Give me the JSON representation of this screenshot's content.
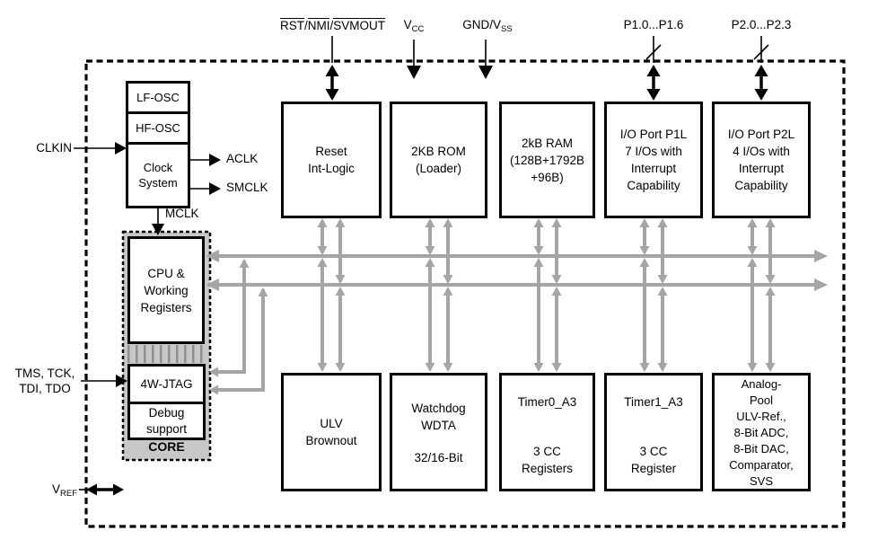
{
  "pins": {
    "rst": {
      "p1": "RST",
      "s1": "/",
      "p2": "NMI",
      "s2": "/",
      "p3": "SVMOUT"
    },
    "vcc": {
      "base": "V",
      "sub": "CC"
    },
    "gnd": {
      "base": "GND/V",
      "sub": "SS"
    },
    "p1": "P1.0...P1.6",
    "p2": "P2.0...P2.3",
    "clkin": "CLKIN",
    "aclk": "ACLK",
    "smclk": "SMCLK",
    "mclk": "MCLK",
    "jtag": {
      "line1": "TMS, TCK,",
      "line2": "TDI, TDO"
    },
    "vref": {
      "base": "V",
      "sub": "REF"
    }
  },
  "clock": {
    "lf_osc": "LF-OSC",
    "hf_osc": "HF-OSC",
    "system": [
      "Clock",
      "System"
    ]
  },
  "core": {
    "cpu": [
      "CPU &",
      "Working",
      "Registers"
    ],
    "jtag": "4W-JTAG",
    "debug": [
      "Debug",
      "support"
    ],
    "label": "CORE"
  },
  "boxes": {
    "reset": [
      "Reset",
      "Int-Logic"
    ],
    "rom": [
      "2KB ROM",
      "(Loader)"
    ],
    "ram": [
      "2kB RAM",
      "(128B+1792B",
      "+96B)"
    ],
    "p1l": [
      "I/O Port P1L",
      "7 I/Os with",
      "Interrupt",
      "Capability"
    ],
    "p2l": [
      "I/O Port P2L",
      "4 I/Os with",
      "Interrupt",
      "Capability"
    ],
    "ulv": [
      "ULV",
      "Brownout"
    ],
    "wdt": {
      "title1": "Watchdog",
      "title2": "WDTA",
      "detail": "32/16-Bit"
    },
    "timer0": {
      "title": "Timer0_A3",
      "detail": [
        "3 CC",
        "Registers"
      ]
    },
    "timer1": {
      "title": "Timer1_A3",
      "detail": [
        "3 CC",
        "Register"
      ]
    },
    "analog": {
      "title": [
        "Analog-",
        "Pool"
      ],
      "detail": [
        "ULV-Ref.,",
        "8-Bit ADC,",
        "8-Bit DAC,",
        "Comparator,",
        "SVS"
      ]
    }
  },
  "colors": {
    "bus_gray": "#a5a5a5",
    "core_fill": "#c7c7c7",
    "line_black": "#000000"
  }
}
